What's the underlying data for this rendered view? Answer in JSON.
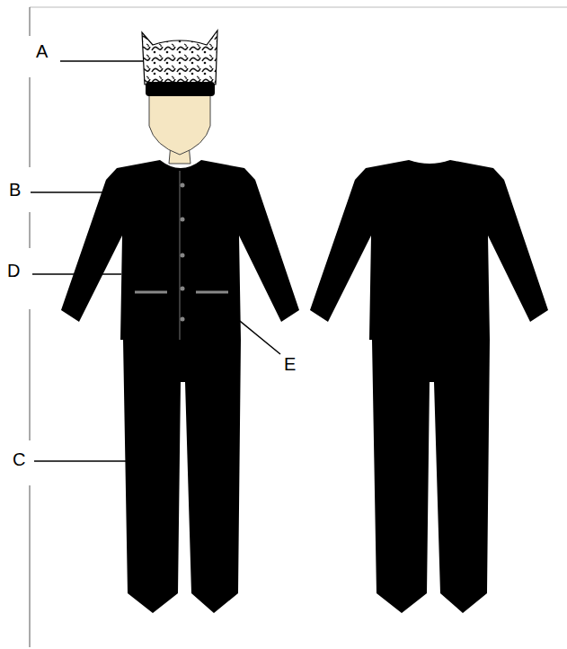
{
  "diagram": {
    "labels": [
      "A",
      "B",
      "D",
      "E",
      "C"
    ]
  }
}
